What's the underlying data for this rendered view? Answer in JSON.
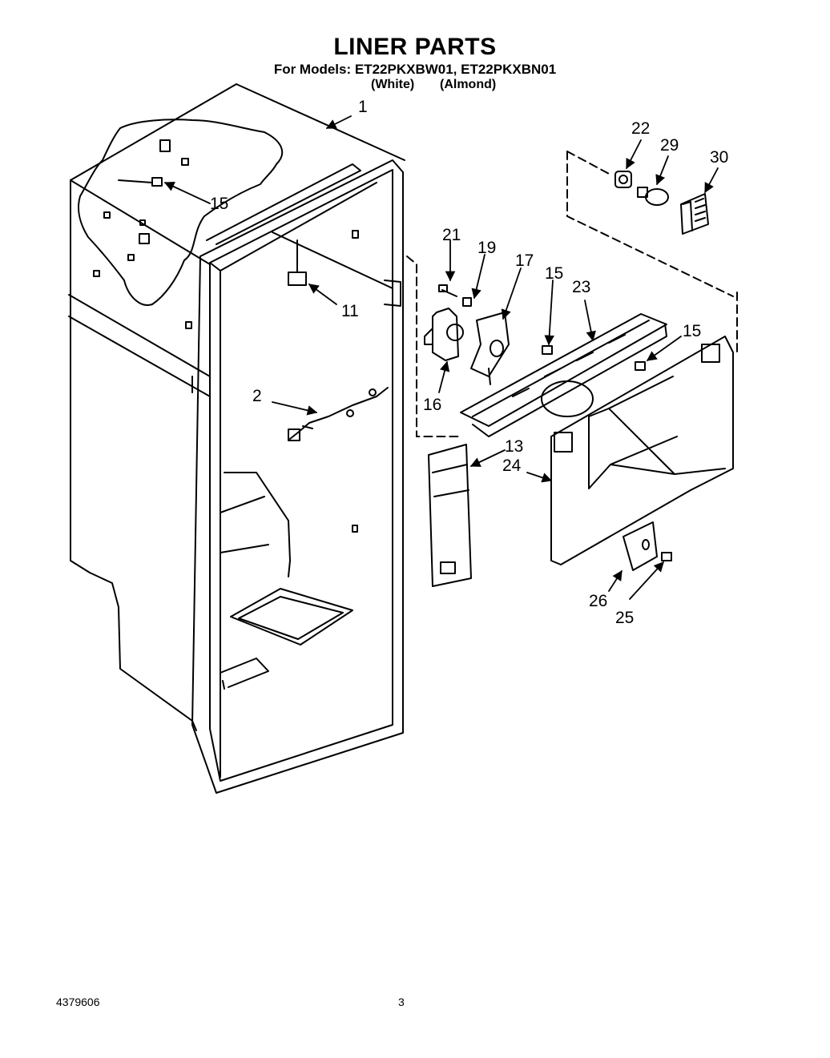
{
  "header": {
    "title": "LINER PARTS",
    "models_line": "For Models: ET22PKXBW01, ET22PKXBN01",
    "variant_white": "(White)",
    "variant_almond": "(Almond)"
  },
  "callouts": {
    "c1": "1",
    "c15a": "15",
    "c11": "11",
    "c2": "2",
    "c22": "22",
    "c29": "29",
    "c30": "30",
    "c21": "21",
    "c19": "19",
    "c17": "17",
    "c15b": "15",
    "c23": "23",
    "c15c": "15",
    "c16": "16",
    "c13": "13",
    "c24": "24",
    "c26": "26",
    "c25": "25"
  },
  "footer": {
    "doc_number": "4379606",
    "page_number": "3"
  }
}
